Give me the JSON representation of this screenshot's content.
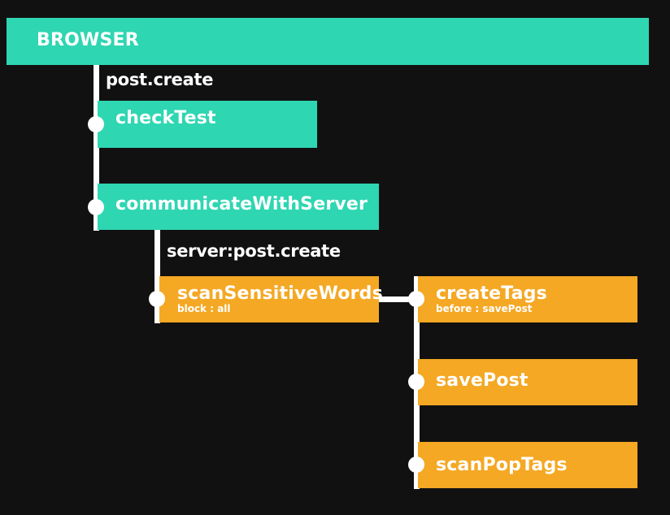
{
  "diagram": {
    "root": {
      "title": "BROWSER"
    },
    "browser_event": "post.create",
    "browser_nodes": [
      {
        "title": "checkTest"
      },
      {
        "title": "communicateWithServer"
      }
    ],
    "server_event": "server:post.create",
    "server_node": {
      "title": "scanSensitiveWords",
      "sub": "block : all"
    },
    "child_nodes": [
      {
        "title": "createTags",
        "sub": "before : savePost"
      },
      {
        "title": "savePost"
      },
      {
        "title": "scanPopTags"
      }
    ],
    "colors": {
      "background": "#111111",
      "teal": "#2ed6b2",
      "orange": "#f4a824",
      "connector": "#ffffff"
    }
  }
}
